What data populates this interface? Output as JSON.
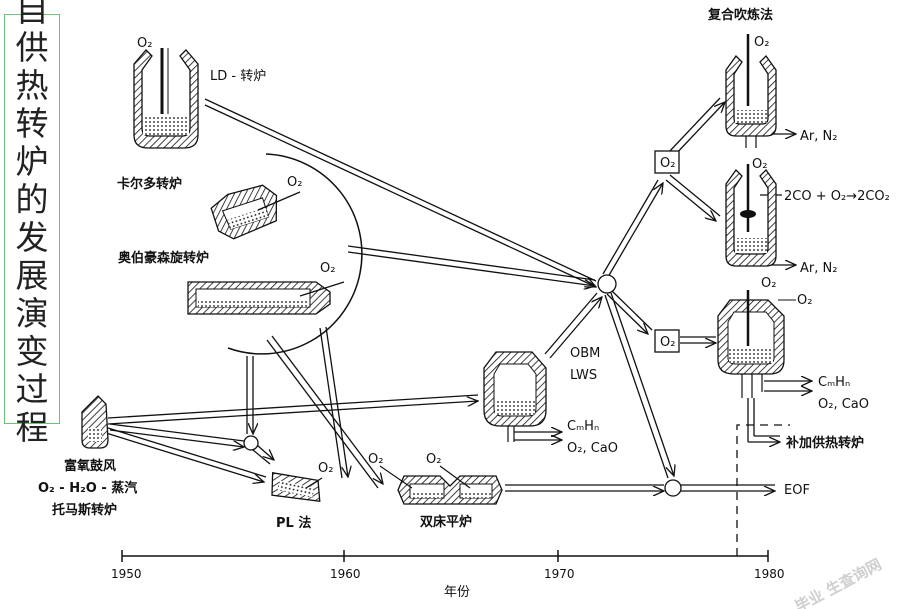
{
  "title": "自供热转炉的发展演变过程",
  "labels": {
    "ld": "LD - 转炉",
    "kaldo": "卡尔多转炉",
    "rotor": "奥伯豪森旋转炉",
    "thomas_1": "富氧鼓风",
    "thomas_2": "O₂ - H₂O - 蒸汽",
    "thomas_3": "托马斯转炉",
    "pl": "PL 法",
    "twin": "双床平炉",
    "obm_1": "OBM",
    "obm_2": "LWS",
    "combined": "复合吹炼法",
    "ar_n2_1": "Ar, N₂",
    "ar_n2_2": "Ar, N₂",
    "reaction": "2CO + O₂→2CO₂",
    "cmhn_1": "CₘHₙ",
    "o2cao_1": "O₂, CaO",
    "cmhn_2": "CₘHₙ",
    "o2cao_2": "O₂, CaO",
    "supp": "补加供热转炉",
    "eof": "EOF",
    "o2": "O₂"
  },
  "axis": {
    "label": "年份",
    "ticks": [
      "1950",
      "1960",
      "1970",
      "1980"
    ]
  },
  "watermark": "毕业 生查询网"
}
